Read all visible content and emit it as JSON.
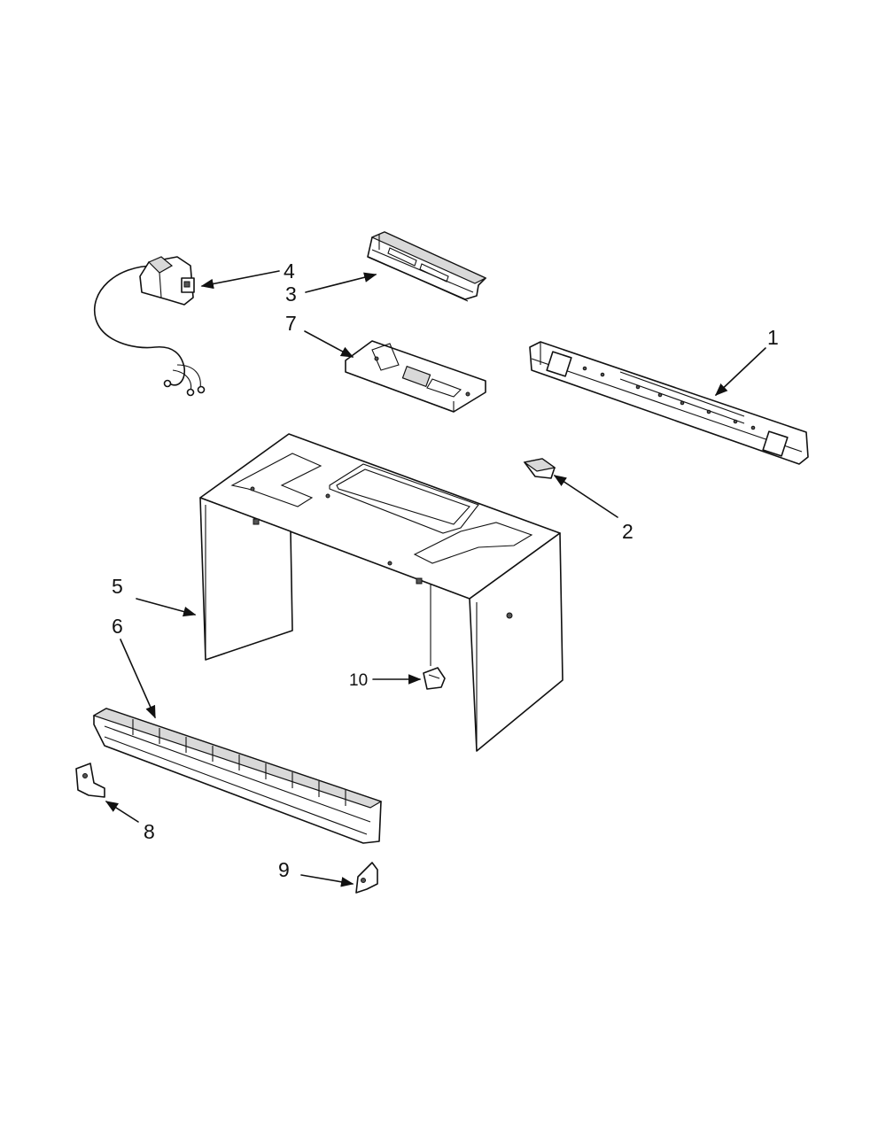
{
  "diagram": {
    "callouts": [
      {
        "id": "1",
        "label": "1"
      },
      {
        "id": "2",
        "label": "2"
      },
      {
        "id": "3",
        "label": "3"
      },
      {
        "id": "4",
        "label": "4"
      },
      {
        "id": "5",
        "label": "5"
      },
      {
        "id": "6",
        "label": "6"
      },
      {
        "id": "7",
        "label": "7"
      },
      {
        "id": "8",
        "label": "8"
      },
      {
        "id": "9",
        "label": "9"
      },
      {
        "id": "10",
        "label": "10"
      }
    ],
    "line_color": "#111111",
    "background": "#ffffff"
  }
}
